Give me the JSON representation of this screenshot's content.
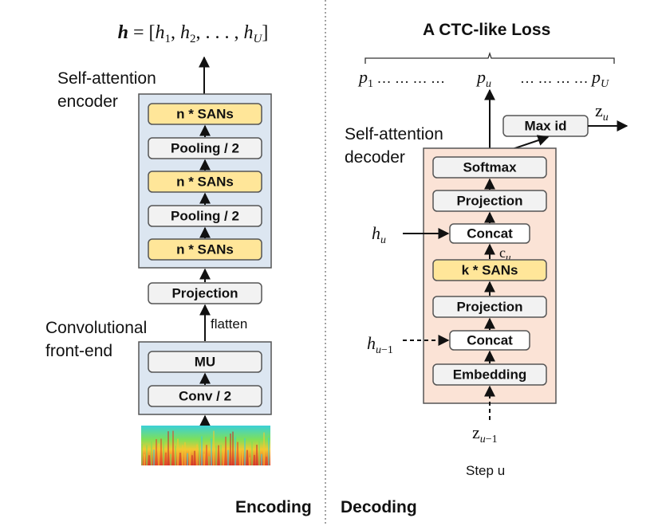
{
  "encoding": {
    "output_formula": "𝒉 = [h₁, h₂, . . . , h_U]",
    "self_attention_encoder_label": [
      "Self-attention",
      "encoder"
    ],
    "encoder_blocks": [
      "n * SANs",
      "Pooling / 2",
      "n * SANs",
      "Pooling / 2",
      "n * SANs"
    ],
    "projection_label": "Projection",
    "flatten_label": "flatten",
    "frontend_label": [
      "Convolutional",
      "front-end"
    ],
    "frontend_blocks": [
      "MU",
      "Conv / 2"
    ],
    "footer": "Encoding"
  },
  "decoding": {
    "title": "A CTC-like Loss",
    "loss_left": "p₁ … … … …",
    "loss_mid": "p_u",
    "loss_right": "… … … … p_U",
    "max_id_label": "Max id",
    "z_u": "z_u",
    "self_attention_decoder_label": [
      "Self-attention",
      "decoder"
    ],
    "decoder_blocks": [
      "Softmax",
      "Projection",
      "Concat",
      "k * SANs",
      "Projection",
      "Concat",
      "Embedding"
    ],
    "h_u": "h_u",
    "c_u": "c_u",
    "h_u_minus_1": "h_{u−1}",
    "z_u_minus_1": "z_{u−1}",
    "step": "Step u",
    "footer": "Decoding"
  },
  "colors": {
    "encoder_panel": "#dce6f1",
    "decoder_panel": "#fbe3d6",
    "san_box": "#ffe699",
    "grey_box": "#f2f2f2",
    "panel_border": "#555555"
  }
}
